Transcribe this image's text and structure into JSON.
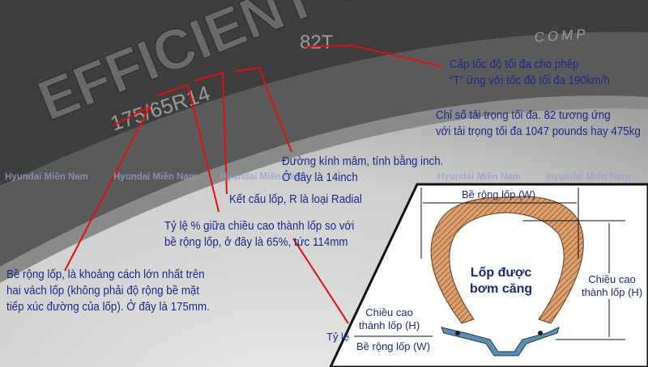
{
  "sidewall": {
    "brand": "EFFICIENT GRIP",
    "sub": "COMP",
    "size_code": "175/65R14",
    "load_speed": "82T"
  },
  "watermark": "Hyundai Miền Nam",
  "annotations": {
    "speed": [
      "Cấp tốc độ tối đa cho phép",
      "“T” ứng với tốc độ tối đa 190km/h"
    ],
    "load": [
      "Chỉ số tải trọng tối đa. 82 tương ứng",
      "với tải trọng tối đa 1047 pounds hay 475kg"
    ],
    "rim": [
      "Đường kính mâm, tính bằng inch.",
      "Ở đây là 14inch"
    ],
    "construction": [
      "Kết cấu lốp, R là loại Radial"
    ],
    "ratio": [
      "Tỷ lệ % giữa chiều cao thành lốp so với",
      "bề rộng lốp, ở đây là 65%, tức 114mm"
    ],
    "width": [
      "Bề rộng lốp, là khoảng cách lớn nhất trên",
      "hai vách lốp (không phải độ rộng bề mặt",
      "tiếp xúc đường của lốp). Ở đây là 175mm."
    ]
  },
  "inset": {
    "width_label": "Bề rộng lốp (W)",
    "height_label": [
      "Chiều cao",
      "thành lốp (H)"
    ],
    "center_label": [
      "Lốp được",
      "bơm căng"
    ],
    "ratio_prefix": "Tỷ lệ",
    "ratio_num": [
      "Chiều cao",
      "thành lốp (H)"
    ],
    "ratio_den": "Bề rộng lốp (W)"
  },
  "colors": {
    "text": "#1c2a8a",
    "pointer": "#e01010",
    "tire": "#c98a5a",
    "rim": "#5a8fb0"
  }
}
